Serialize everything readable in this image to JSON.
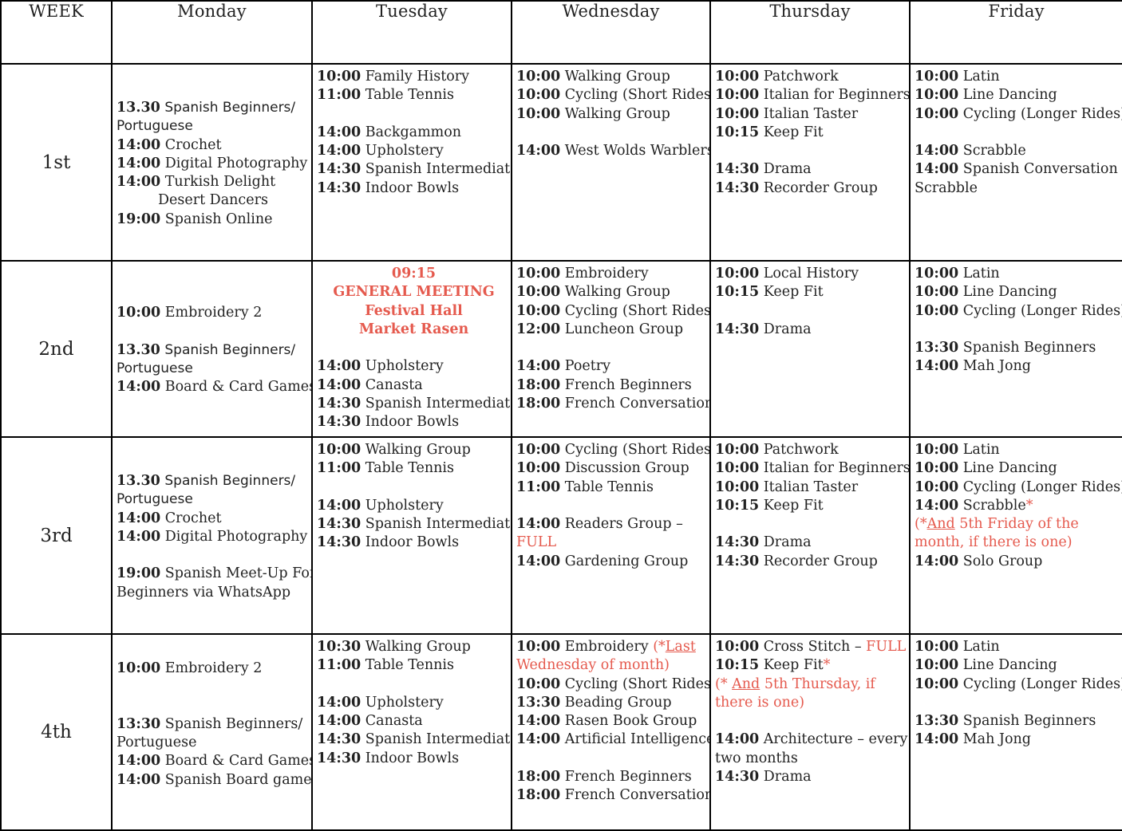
{
  "headers": [
    "WEEK",
    "Monday",
    "Tuesday",
    "Wednesday",
    "Thursday",
    "Friday"
  ],
  "weeks": [
    {
      "label": "1st",
      "days": [
        {
          "valign": "middle",
          "lines": [
            {
              "t": "13.30",
              "x": "Spanish Beginners/",
              "sans": true
            },
            {
              "x": "Portuguese",
              "sans": true
            },
            {
              "t": "14:00",
              "x": "Crochet"
            },
            {
              "t": "14:00",
              "x": "Digital Photography"
            },
            {
              "t": "14:00",
              "x": "Turkish Delight"
            },
            {
              "x": "Desert Dancers",
              "indent": true
            },
            {
              "t": "19:00",
              "x": " Spanish Online"
            }
          ]
        },
        {
          "lines": [
            {
              "t": "10:00",
              "x": " Family History"
            },
            {
              "t": "11:00",
              "x": " Table Tennis"
            },
            {
              "blank": true
            },
            {
              "t": "14:00",
              "x": "Backgammon"
            },
            {
              "t": "14:00",
              "x": "Upholstery"
            },
            {
              "t": "14:30",
              "x": "Spanish Intermediate"
            },
            {
              "t": "14:30",
              "x": "Indoor Bowls"
            }
          ]
        },
        {
          "lines": [
            {
              "t": "10:00",
              "x": "Walking Group"
            },
            {
              "t": "10:00",
              "x": "Cycling (Short Rides)"
            },
            {
              "t": "10:00",
              "x": "Walking Group"
            },
            {
              "blank": true
            },
            {
              "t": "14:00",
              "x": "West Wolds Warblers"
            }
          ]
        },
        {
          "lines": [
            {
              "t": "10:00",
              "x": "Patchwork"
            },
            {
              "t": "10:00",
              "x": "Italian for Beginners"
            },
            {
              "t": "10:00",
              "x": "Italian Taster"
            },
            {
              "t": "10:15",
              "x": "Keep Fit"
            },
            {
              "blank": true
            },
            {
              "t": "14:30",
              "x": "Drama"
            },
            {
              "t": "14:30",
              "x": "Recorder Group"
            }
          ]
        },
        {
          "lines": [
            {
              "t": "10:00",
              "x": "Latin"
            },
            {
              "t": "10:00",
              "x": "Line Dancing"
            },
            {
              "t": "10:00",
              "x": "Cycling (Longer Rides)"
            },
            {
              "blank": true
            },
            {
              "t": "14:00",
              "x": "Scrabble"
            },
            {
              "t": "14:00",
              "x": "Spanish Conversation &"
            },
            {
              "x": "Scrabble"
            }
          ]
        }
      ]
    },
    {
      "label": "2nd",
      "days": [
        {
          "valign": "middle",
          "lines": [
            {
              "t": "10:00",
              "x": "Embroidery 2"
            },
            {
              "blank": true
            },
            {
              "t": "13.30",
              "x": "Spanish Beginners/",
              "sans": true
            },
            {
              "x": "Portuguese",
              "sans": true
            },
            {
              "t": "14:00",
              "x": "Board & Card Games"
            }
          ]
        },
        {
          "lines": [
            {
              "x": "09:15",
              "center": true,
              "red": true
            },
            {
              "x": "GENERAL MEETING",
              "center": true,
              "red": true
            },
            {
              "x": "Festival Hall",
              "center": true,
              "red": true
            },
            {
              "x": "Market Rasen",
              "center": true,
              "red": true
            },
            {
              "blank": true
            },
            {
              "t": "14:00",
              "x": "Upholstery"
            },
            {
              "t": "14:00",
              "x": "Canasta"
            },
            {
              "t": "14:30",
              "x": "Spanish Intermediate"
            },
            {
              "t": "14:30",
              "x": "Indoor Bowls"
            }
          ]
        },
        {
          "lines": [
            {
              "t": "10:00",
              "x": "Embroidery"
            },
            {
              "t": "10:00",
              "x": "Walking Group"
            },
            {
              "t": "10:00",
              "x": "Cycling (Short Rides)"
            },
            {
              "t": "12:00",
              "x": "Luncheon Group"
            },
            {
              "blank": true
            },
            {
              "t": "14:00",
              "x": "Poetry"
            },
            {
              "t": "18:00",
              "x": "French Beginners"
            },
            {
              "t": "18:00",
              "x": "French Conversation"
            }
          ]
        },
        {
          "lines": [
            {
              "t": "10:00",
              "x": "Local History"
            },
            {
              "t": "10:15",
              "x": "Keep Fit"
            },
            {
              "blank": true
            },
            {
              "t": "14:30",
              "x": "Drama"
            }
          ]
        },
        {
          "lines": [
            {
              "t": "10:00",
              "x": "Latin"
            },
            {
              "t": "10:00",
              "x": "Line Dancing"
            },
            {
              "t": "10:00",
              "x": "Cycling (Longer Rides)"
            },
            {
              "blank": true
            },
            {
              "t": "13:30",
              "x": "Spanish Beginners"
            },
            {
              "t": "14:00",
              "x": "Mah Jong"
            }
          ]
        }
      ]
    },
    {
      "label": "3rd",
      "days": [
        {
          "valign": "middle",
          "lines": [
            {
              "t": "13.30",
              "x": "Spanish Beginners/",
              "sans": true
            },
            {
              "x": "Portuguese",
              "sans": true
            },
            {
              "t": "14:00",
              "x": "Crochet"
            },
            {
              "t": "14:00",
              "x": "Digital Photography"
            },
            {
              "blank": true
            },
            {
              "t": "19:00",
              "x": "Spanish Meet-Up For"
            },
            {
              "x": "Beginners via WhatsApp"
            }
          ]
        },
        {
          "lines": [
            {
              "t": "10:00",
              "x": "Walking Group"
            },
            {
              "t": "11:00",
              "x": " Table Tennis"
            },
            {
              "blank": true
            },
            {
              "t": "14:00",
              "x": "Upholstery"
            },
            {
              "t": "14:30",
              "x": "Spanish Intermediate"
            },
            {
              "t": "14:30",
              "x": "Indoor Bowls"
            }
          ]
        },
        {
          "lines": [
            {
              "t": "10:00",
              "x": "Cycling (Short Rides)"
            },
            {
              "t": "10:00",
              "x": "Discussion Group"
            },
            {
              "t": "11:00",
              "x": "Table Tennis"
            },
            {
              "blank": true
            },
            {
              "t": "14:00",
              "x": "Readers Group –"
            },
            {
              "x": "FULL",
              "red": true
            },
            {
              "t": "14:00",
              "x": "Gardening Group"
            }
          ]
        },
        {
          "lines": [
            {
              "t": "10:00",
              "x": "Patchwork"
            },
            {
              "t": "10:00",
              "x": "Italian for Beginners"
            },
            {
              "t": "10:00",
              "x": "Italian Taster"
            },
            {
              "t": "10:15",
              "x": "Keep Fit"
            },
            {
              "blank": true
            },
            {
              "t": "14:30",
              "x": "Drama"
            },
            {
              "t": "14:30",
              "x": "Recorder Group"
            }
          ]
        },
        {
          "lines": [
            {
              "t": "10:00",
              "x": "Latin"
            },
            {
              "t": "10:00",
              "x": "Line Dancing"
            },
            {
              "t": "10:00",
              "x": "Cycling (Longer Rides)"
            },
            {
              "t": "14:00",
              "x": "Scrabble",
              "rx": "*"
            },
            {
              "parts": [
                {
                  "s": "(*",
                  "red": true
                },
                {
                  "s": "And",
                  "red": true,
                  "ul": true
                },
                {
                  "s": " 5th Friday of the",
                  "red": true
                }
              ]
            },
            {
              "x": "month, if there is one)",
              "red": true
            },
            {
              "t": "14:00",
              "x": "Solo Group"
            }
          ]
        }
      ]
    },
    {
      "label": "4th",
      "days": [
        {
          "valign": "middle",
          "lines": [
            {
              "t": "10:00",
              "x": "Embroidery 2"
            },
            {
              "blank": true
            },
            {
              "blank": true
            },
            {
              "t": "13:30",
              "x": "Spanish Beginners/"
            },
            {
              "x": "Portuguese"
            },
            {
              "t": "14:00",
              "x": "Board & Card Games"
            },
            {
              "t": "14:00",
              "x": "Spanish Board games"
            },
            {
              "blank": true
            }
          ]
        },
        {
          "lines": [
            {
              "t": "10:30",
              "x": "Walking Group"
            },
            {
              "t": "11:00",
              "x": " Table Tennis"
            },
            {
              "blank": true
            },
            {
              "t": "14:00",
              "x": "Upholstery"
            },
            {
              "t": "14:00",
              "x": "Canasta"
            },
            {
              "t": "14:30",
              "x": "Spanish Intermediate"
            },
            {
              "t": "14:30",
              "x": "Indoor Bowls"
            }
          ]
        },
        {
          "lines": [
            {
              "t": "10:00",
              "parts": [
                {
                  "s": "Embroidery "
                },
                {
                  "s": "(*",
                  "red": true
                },
                {
                  "s": "Last",
                  "red": true,
                  "ul": true
                }
              ]
            },
            {
              "x": "Wednesday of month)",
              "red": true
            },
            {
              "t": "10:00",
              "x": "Cycling (Short Rides)"
            },
            {
              "t": "13:30",
              "x": "Beading Group"
            },
            {
              "t": "14:00",
              "x": "Rasen Book Group"
            },
            {
              "t": "14:00",
              "x": "Artificial Intelligence"
            },
            {
              "blank": true
            },
            {
              "t": "18:00",
              "x": "French Beginners"
            },
            {
              "t": "18:00",
              "x": "French Conversation"
            }
          ]
        },
        {
          "lines": [
            {
              "t": "10:00",
              "parts": [
                {
                  "s": "Cross Stitch – "
                },
                {
                  "s": "FULL",
                  "red": true
                }
              ]
            },
            {
              "t": "10:15",
              "x": "Keep Fit",
              "rx": "*"
            },
            {
              "parts": [
                {
                  "s": "(* ",
                  "red": true
                },
                {
                  "s": "And",
                  "red": true,
                  "ul": true
                },
                {
                  "s": " 5th Thursday, if",
                  "red": true
                }
              ]
            },
            {
              "x": "there is one)",
              "red": true
            },
            {
              "blank": true
            },
            {
              "t": "14:00",
              "x": "Architecture – every"
            },
            {
              "x": "two months"
            },
            {
              "t": "14:30",
              "x": "Drama"
            }
          ]
        },
        {
          "lines": [
            {
              "t": "10:00",
              "x": "Latin"
            },
            {
              "t": "10:00",
              "x": "Line Dancing"
            },
            {
              "t": "10:00",
              "x": "Cycling (Longer Rides)"
            },
            {
              "blank": true
            },
            {
              "t": "13:30",
              "x": "Spanish Beginners"
            },
            {
              "t": "14:00",
              "x": "Mah Jong"
            }
          ]
        }
      ]
    }
  ]
}
